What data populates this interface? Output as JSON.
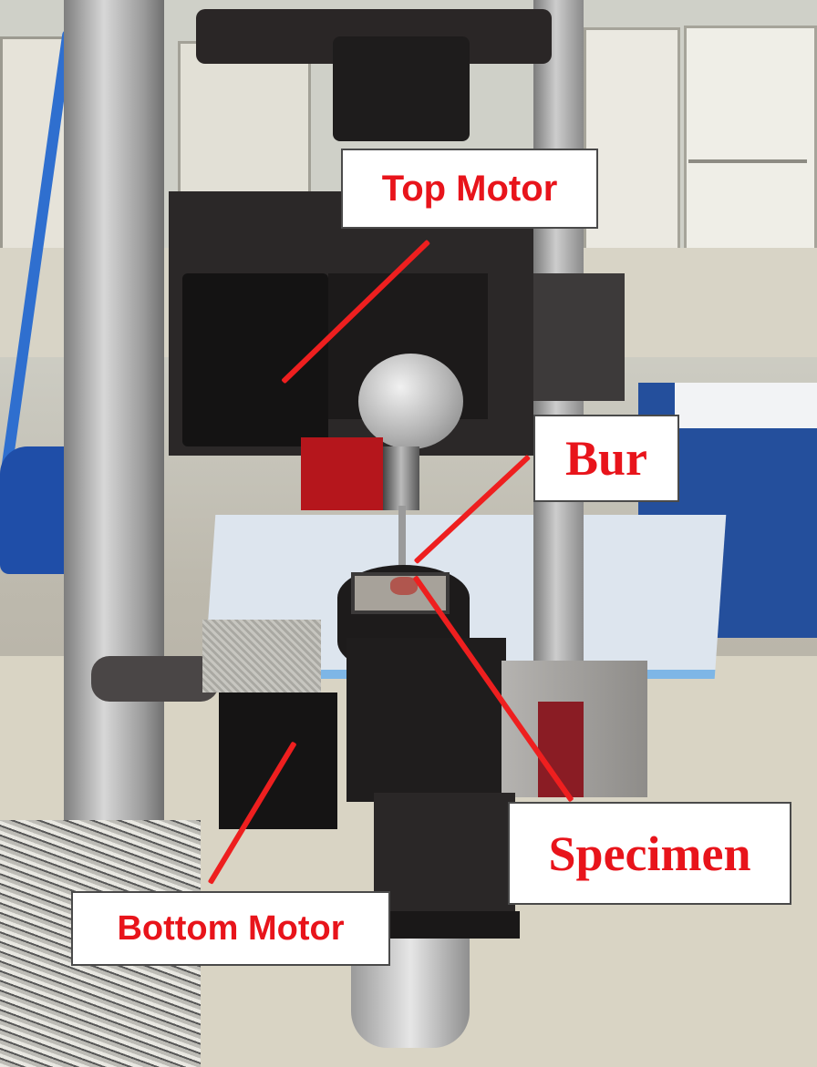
{
  "labels": {
    "top_motor": "Top Motor",
    "bur": "Bur",
    "specimen": "Specimen",
    "bottom_motor": "Bottom Motor"
  },
  "colors": {
    "label_text": "#e8141b",
    "pointer_line": "#ee1f1f",
    "label_border": "#4a4a4a"
  }
}
